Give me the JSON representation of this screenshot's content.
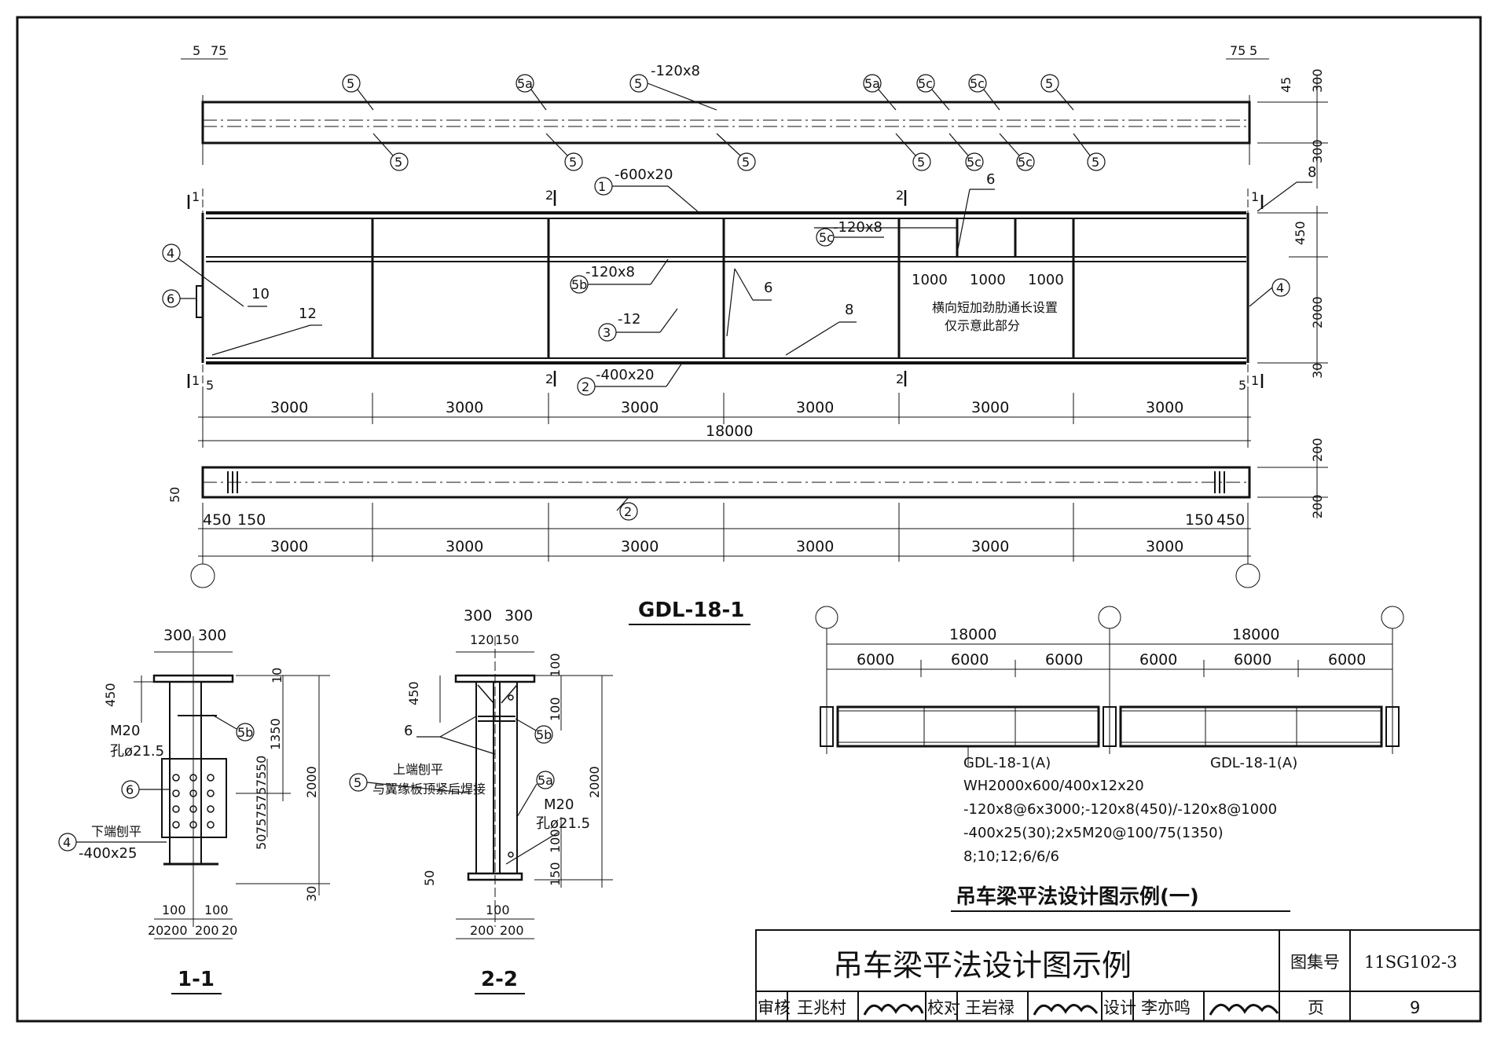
{
  "elevation": {
    "top_left_dims": [
      "5",
      "75"
    ],
    "top_right_dims": [
      "75",
      "5"
    ],
    "plan_marks_top": [
      "5",
      "5a",
      "5",
      "5a",
      "5c",
      "5c",
      "5"
    ],
    "plan_marks_bottom": [
      "5",
      "5",
      "5",
      "5",
      "5c",
      "5c",
      "5"
    ],
    "stiffener_note": "-120x8",
    "right_dims": [
      "45",
      "300",
      "300",
      "8"
    ],
    "section_marks": [
      "1",
      "2",
      "2",
      "1"
    ],
    "top_flange": "-600x20",
    "bottom_flange": "-400x20",
    "web": "-12",
    "long_stiffener": "-120x8",
    "short_stiffener": "-120x8",
    "end_plate": "4",
    "bearing_plate": "6",
    "welds": [
      "10",
      "12",
      "6",
      "8",
      "6",
      "8"
    ],
    "short_spacings": [
      "1000",
      "1000",
      "1000"
    ],
    "note_line1": "横向短加劲肋通长设置",
    "note_line2": "仅示意此部分",
    "height_dims": [
      "450",
      "2000",
      "30"
    ],
    "end_dims": [
      "5",
      "5"
    ],
    "bays": [
      "3000",
      "3000",
      "3000",
      "3000",
      "3000",
      "3000"
    ],
    "total": "18000",
    "bottom_flange_dims": [
      "200",
      "200",
      "50"
    ],
    "bottom_flange_mark": "2",
    "bolt_dims_left": [
      "450",
      "150"
    ],
    "bolt_dims_right": [
      "150",
      "450"
    ],
    "bottom_bays": [
      "3000",
      "3000",
      "3000",
      "3000",
      "3000",
      "3000"
    ]
  },
  "beam_title": "GDL-18-1",
  "section_1_1": {
    "title": "1-1",
    "top_dims": [
      "300",
      "300"
    ],
    "left_dims": [
      "450"
    ],
    "bolt": "M20",
    "hole": "孔ø21.5",
    "right_dims": [
      "10",
      "1350",
      "2000",
      "50",
      "75",
      "75",
      "75",
      "75",
      "50",
      "30"
    ],
    "plate_mark": "6",
    "end_mark": "4",
    "end_note": "下端刨平",
    "end_plate": "-400x25",
    "bottom_dims": [
      "100",
      "100"
    ],
    "bottom_dims2": [
      "20",
      "200",
      "200",
      "20"
    ],
    "stiff_mark": "5b"
  },
  "section_2_2": {
    "title": "2-2",
    "top_dims": [
      "300",
      "300"
    ],
    "top_dims2": [
      "120",
      "150"
    ],
    "left_dims": [
      "450"
    ],
    "weld": "6",
    "stiff_mark_5": "5",
    "note1": "上端刨平",
    "note2": "与翼缘板顶紧后焊接",
    "stiff_mark_5b": "5b",
    "stiff_mark_5a": "5a",
    "bolt": "M20",
    "hole": "孔ø21.5",
    "right_dims": [
      "100",
      "100",
      "2000",
      "100",
      "150"
    ],
    "left_bottom": "50",
    "bottom_dims": [
      "100"
    ],
    "bottom_dims2": [
      "200",
      "200"
    ]
  },
  "plan_example": {
    "spans": [
      "18000",
      "18000"
    ],
    "subspans": [
      "6000",
      "6000",
      "6000",
      "6000",
      "6000",
      "6000"
    ],
    "beam_labels": [
      "GDL-18-1(A)",
      "GDL-18-1(A)"
    ],
    "spec_lines": [
      "WH2000x600/400x12x20",
      "-120x8@6x3000;-120x8(450)/-120x8@1000",
      "-400x25(30);2x5M20@100/75(1350)",
      "8;10;12;6/6/6"
    ],
    "caption": "吊车梁平法设计图示例(一)"
  },
  "title_block": {
    "title": "吊车梁平法设计图示例",
    "atlas_label": "图集号",
    "atlas_no": "11SG102-3",
    "review": "审核",
    "reviewer": "王兆村",
    "check": "校对",
    "checker": "王岩禄",
    "design": "设计",
    "designer": "李亦鸣",
    "page_label": "页",
    "page_no": "9"
  }
}
